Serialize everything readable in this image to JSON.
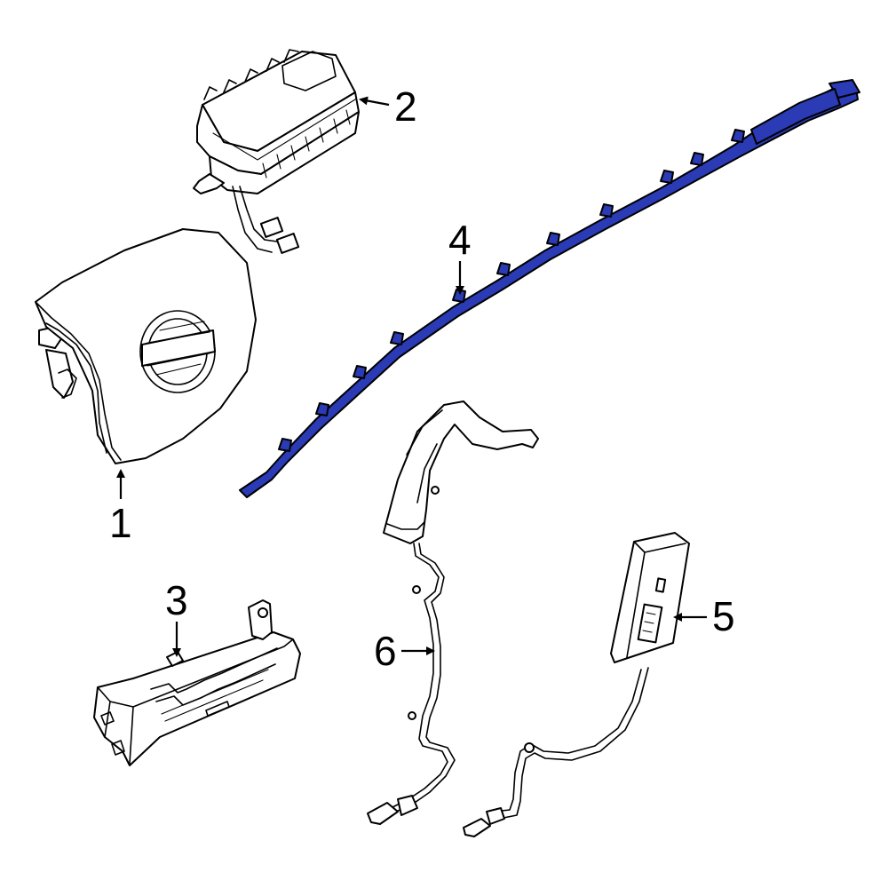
{
  "colors": {
    "highlight": "#2A3BB5",
    "line": "#000000",
    "background": "#ffffff"
  },
  "callouts": {
    "c1": "1",
    "c2": "2",
    "c3": "3",
    "c4": "4",
    "c5": "5",
    "c6": "6"
  }
}
